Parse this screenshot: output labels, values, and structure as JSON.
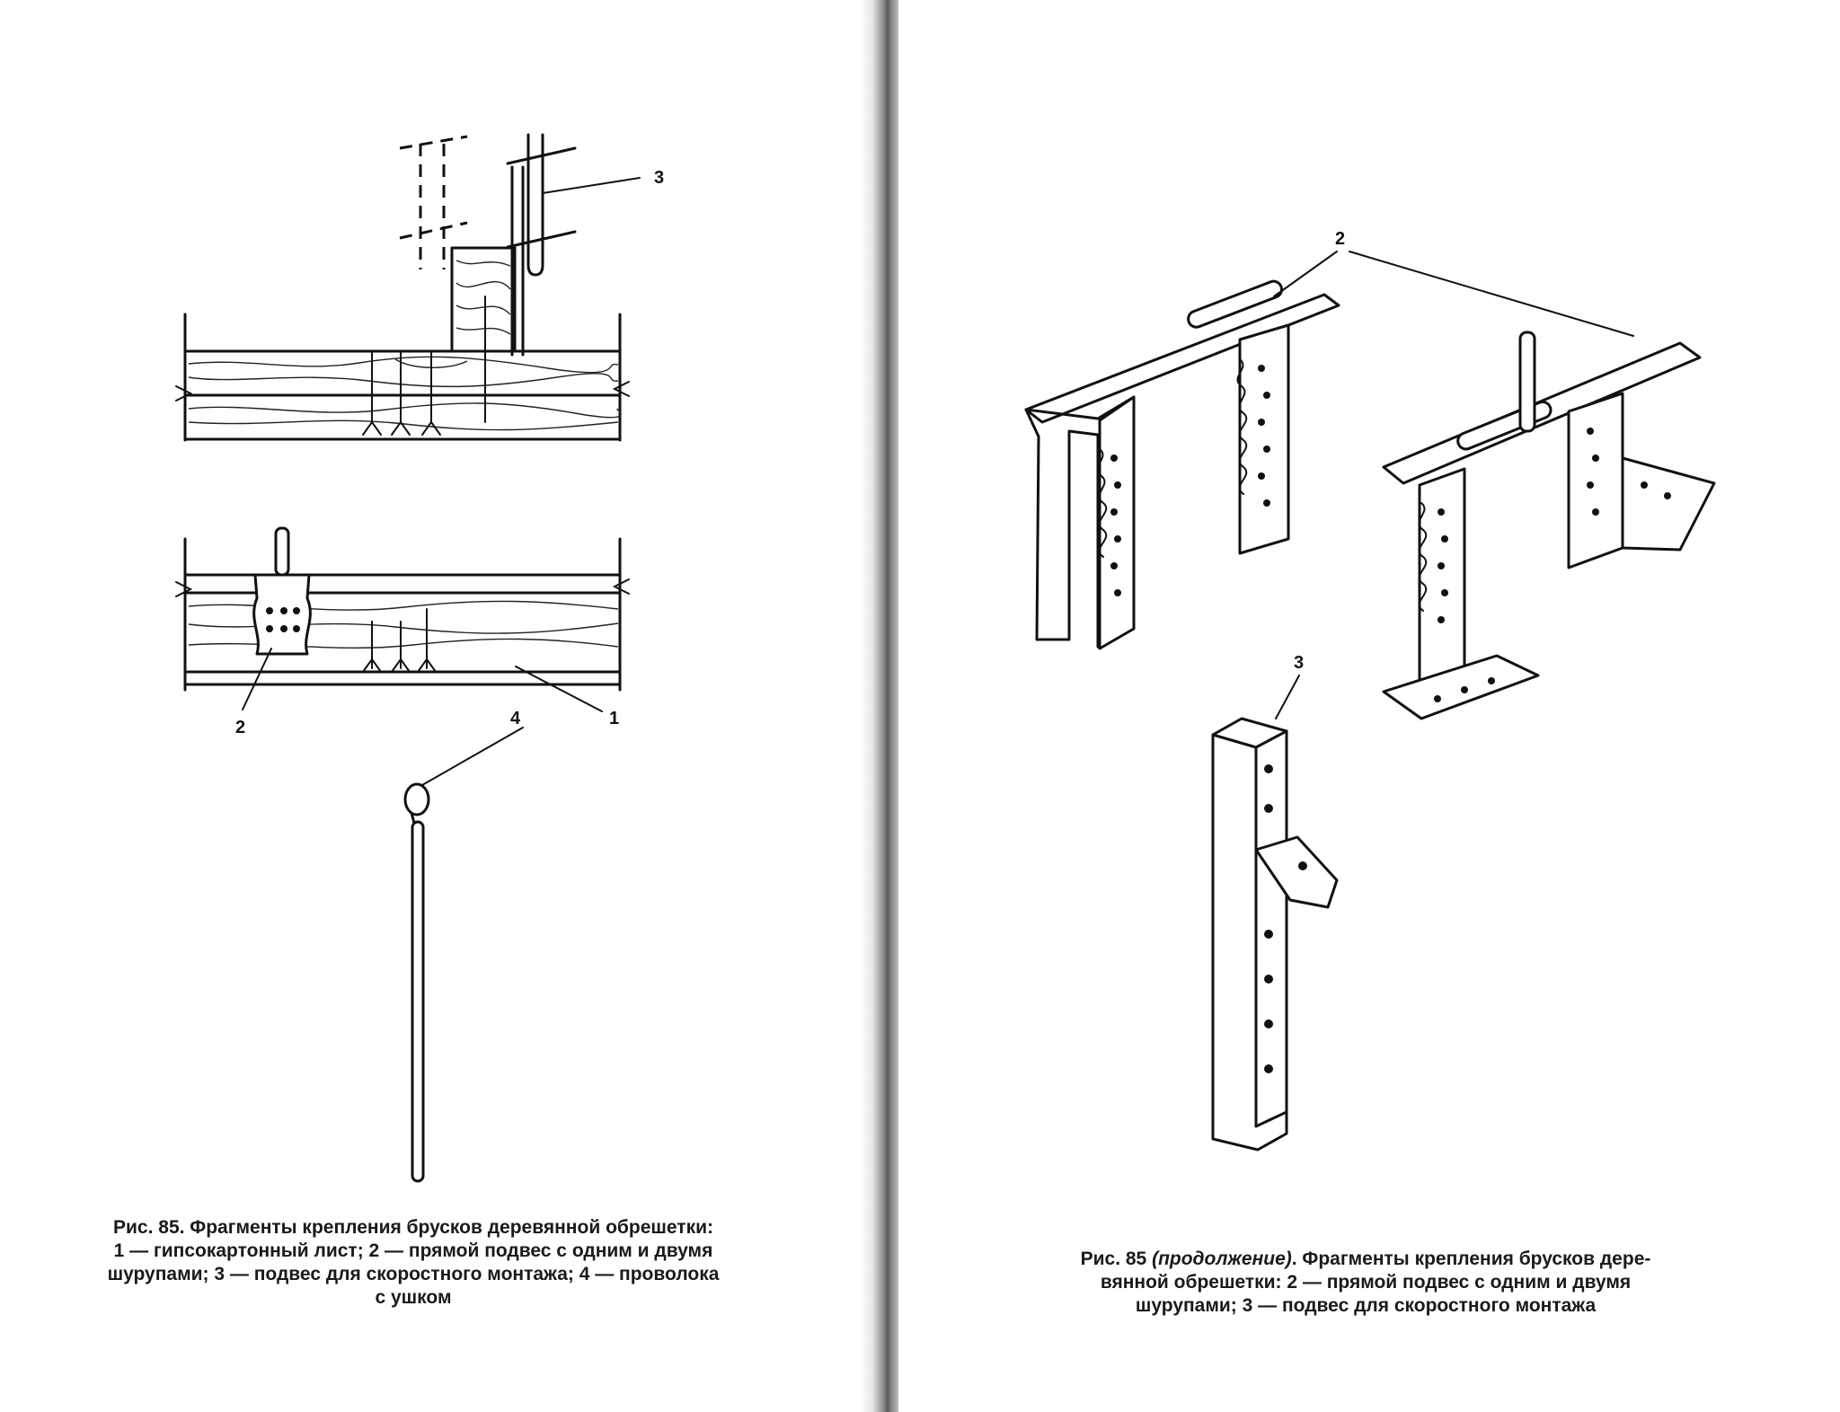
{
  "left_page": {
    "figure_labels": {
      "label_3": "3",
      "label_2": "2",
      "label_1": "1",
      "label_4": "4"
    },
    "caption": {
      "line1": "Рис. 85. Фрагменты крепления брусков деревянной обрешетки:",
      "line2": "1 — гипсокартонный лист; 2 — прямой подвес с одним и двумя",
      "line3": "шурупами; 3 — подвес для скоростного монтажа; 4 — проволока",
      "line4": "с ушком"
    }
  },
  "right_page": {
    "figure_labels": {
      "label_2": "2",
      "label_3": "3"
    },
    "caption": {
      "prefix": "Рис. 85 ",
      "italic": "(продолжение)",
      "line1_rest": ". Фрагменты крепления брусков дере-",
      "line2": "вянной обрешетки: 2 — прямой подвес с одним и двумя",
      "line3": "шурупами; 3 — подвес для скоростного монтажа"
    }
  },
  "colors": {
    "ink": "#111111",
    "paper": "#ffffff",
    "gutter": "#5a5a5a"
  }
}
